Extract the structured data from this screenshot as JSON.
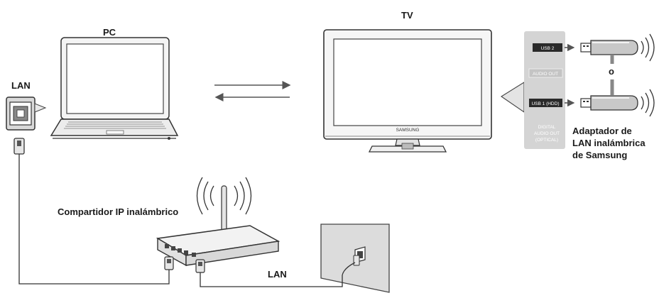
{
  "labels": {
    "pc": "PC",
    "tv": "TV",
    "lan_left": "LAN",
    "lan_bottom": "LAN",
    "router": "Compartidor IP inalámbrico",
    "or_text": "o",
    "adapter_line1": "Adaptador de",
    "adapter_line2": "LAN inalámbrica",
    "adapter_line3": "de Samsung"
  },
  "tv_panel": {
    "usb2": "USB 2",
    "audio_out": "AUDIO OUT",
    "usb1": "USB 1 (HDD)",
    "digital_line1": "DIGITAL",
    "digital_line2": "AUDIO OUT",
    "digital_line3": "(OPTICAL)"
  },
  "tv_brand": "SAMSUNG",
  "colors": {
    "line": "#333333",
    "panel": "#d4d4d4",
    "port_dark": "#2a2a2a",
    "wall": "#dcdcdc",
    "stick": "#c8c8c8"
  }
}
